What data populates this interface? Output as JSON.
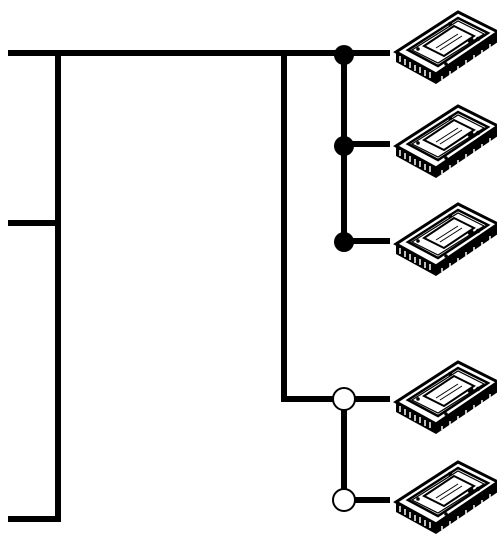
{
  "diagram": {
    "line_color": "#000000",
    "background": "#ffffff",
    "filled_joint_color": "#000000",
    "hollow_joint_color": "#ffffff",
    "drive_icon": "hard-drive-caddy-icon",
    "filled_joint_icon": "filled-junction-dot",
    "hollow_joint_icon": "hollow-junction-circle",
    "drives_on_filled_branch": 3,
    "drives_on_hollow_branch": 2
  }
}
